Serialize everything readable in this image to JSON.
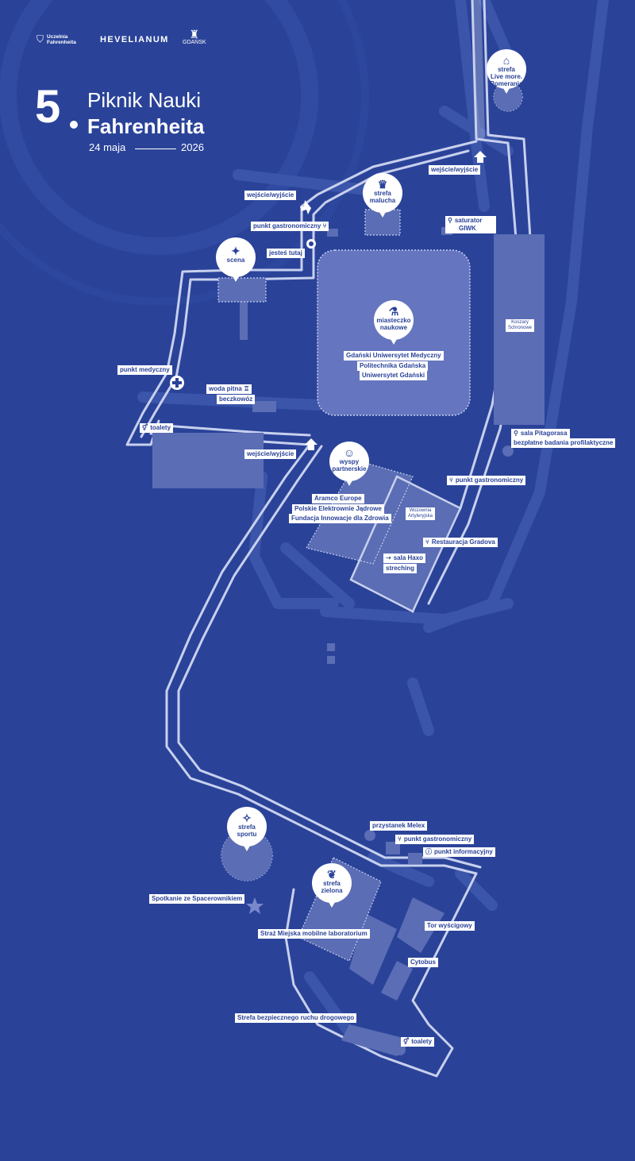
{
  "logos": {
    "uczelnia": [
      "Uczelnia",
      "Fahrenheita"
    ],
    "hevelianum": "HEVELIANUM",
    "gdansk": "GDAŃSK"
  },
  "title": {
    "number": "5",
    "line1": "Piknik Nauki",
    "line2": "Fahrenheita",
    "date_left": "24 maja",
    "date_right": "2026"
  },
  "zones": {
    "live_more": [
      "strefa",
      "Live more.",
      "Pomerania"
    ],
    "malucha": [
      "strefa",
      "malucha"
    ],
    "scena": "scena",
    "miasteczko": [
      "miasteczko",
      "naukowe"
    ],
    "wyspy": [
      "wyspy",
      "partnerskie"
    ],
    "sportu": [
      "strefa",
      "sportu"
    ],
    "zielona": [
      "strefa",
      "zielona"
    ]
  },
  "labels": {
    "wejscie_top_right": "wejście/wyjście",
    "wejscie_top_left": "wejście/wyjście",
    "wejscie_mid": "wejście/wyjście",
    "punkt_gastro_top": "punkt gastronomiczny",
    "jestes_tutaj": "jesteś tutaj",
    "saturator": [
      "saturator",
      "GIWK"
    ],
    "gumed": "Gdański Uniwersytet Medyczny",
    "pg": "Politechnika Gdańska",
    "ug": "Uniwersytet Gdański",
    "koszary": [
      "Koszary",
      "Schronowe"
    ],
    "punkt_medyczny": "punkt medyczny",
    "woda_pitna": "woda pitna",
    "beczkowoz": "beczkowóz",
    "toalety_left": "toalety",
    "sala_pitagorasa": "sala Pitagorasa",
    "badania": "bezpłatne badania profilaktyczne",
    "punkt_gastro_right": "punkt gastronomiczny",
    "aramco": "Aramco Europe",
    "pej": "Polskie Elektrownie Jądrowe",
    "fundacja": "Fundacja Innowacje dla Zdrowia",
    "wozownia": [
      "Wozownia",
      "Artyleryjska"
    ],
    "restauracja": "Restauracja Gradova",
    "sala_haxo": "sala Haxo",
    "streching": "streching",
    "przystanek": "przystanek Melex",
    "punkt_gastro_bottom": "punkt gastronomiczny",
    "punkt_info": "punkt informacyjny",
    "spacerownik": "Spotkanie ze Spacerownikiem",
    "straz": "Straż Miejska mobilne laboratorium",
    "tor": "Tor wyścigowy",
    "cytobus": "Cytobus",
    "strefa_ruchu": "Strefa bezpiecznego ruchu drogowego",
    "toalety_bottom": "toalety"
  },
  "icons": {
    "gastro": "fork-knife-icon",
    "toilet": "toilet-icon",
    "medical": "cross-icon",
    "info": "info-icon",
    "star": "star-icon",
    "pin_live_more": "house-icon",
    "pin_malucha": "crown-icon",
    "pin_scena": "performer-icon",
    "pin_miasteczko": "flask-icon",
    "pin_wyspy": "people-icon",
    "pin_sportu": "athlete-icon",
    "pin_zielona": "leaf-icon"
  },
  "colors": {
    "background": "#2a4399",
    "area": "#5b6db4",
    "path": "#c8d0ee",
    "white": "#ffffff"
  }
}
